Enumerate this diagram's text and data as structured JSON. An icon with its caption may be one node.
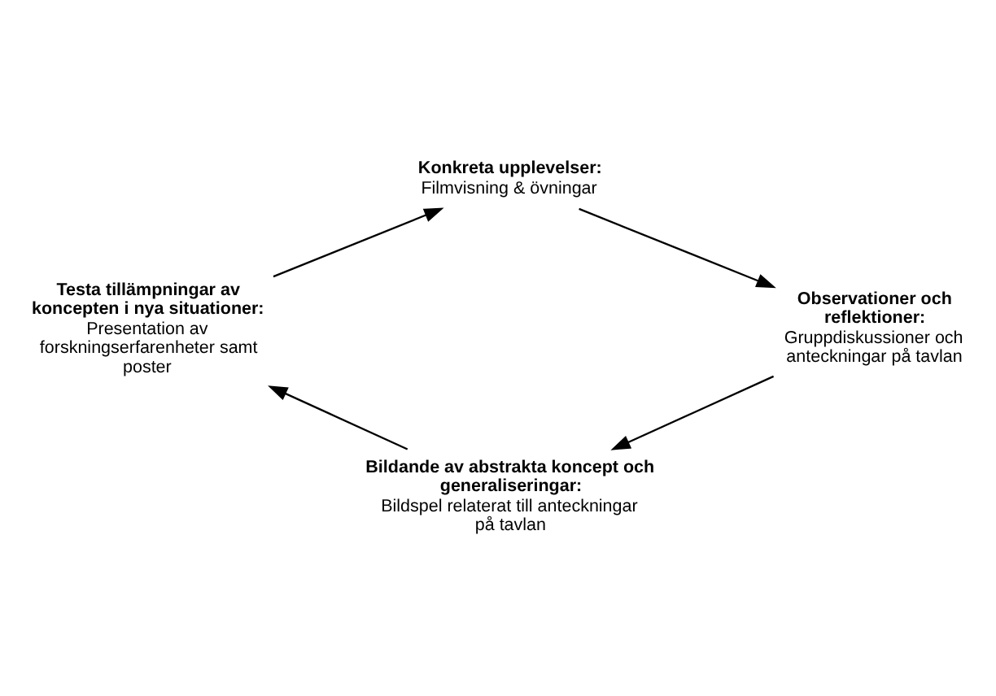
{
  "diagram": {
    "nodes": [
      {
        "text": [
          "Konkreta upplevelser:",
          "Filmvisning & övningar"
        ]
      },
      {
        "text": [
          "Observationer och reflektioner:",
          "Gruppdiskussioner och anteckningar på tavlan"
        ]
      },
      {
        "text": [
          "Bildande av abstrakta koncept och generaliseringar:",
          "Bildspel relaterat till anteckningar på tavlan"
        ]
      },
      {
        "text": [
          "Testa tillämpningar av koncepten i nya situationer:",
          "Presentation av forskningserfarenheter samt poster"
        ]
      }
    ],
    "edges": [
      {
        "from": 0,
        "to": 1,
        "arrow": "to"
      },
      {
        "from": 1,
        "to": 2,
        "arrow": "to"
      },
      {
        "from": 2,
        "to": 3,
        "arrow": "to"
      },
      {
        "from": 3,
        "to": 0,
        "arrow": "to"
      }
    ]
  }
}
